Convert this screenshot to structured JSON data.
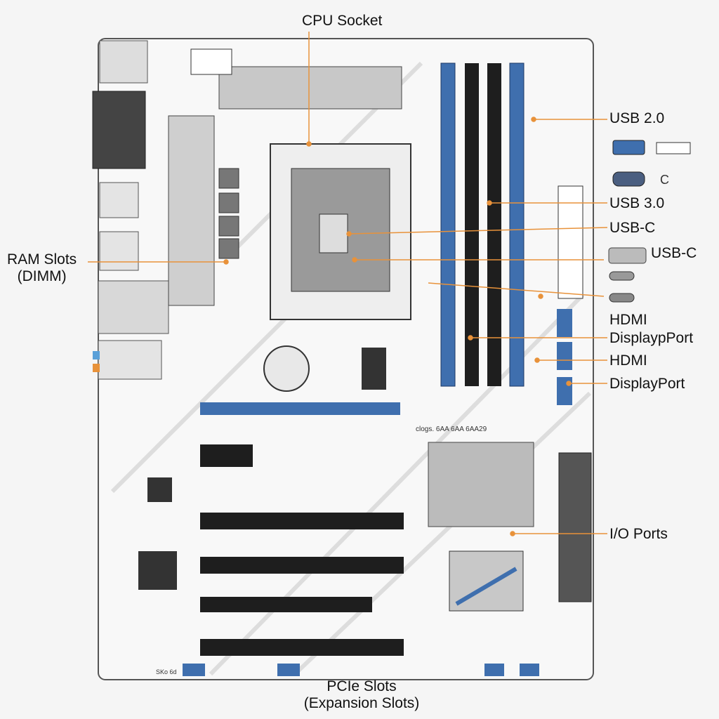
{
  "title": "CPU Socket",
  "labels": {
    "cpu_socket": "CPU Socket",
    "ram_line1": "RAM Slots",
    "ram_line2": "(DIMM)",
    "usb20": "USB 2.0",
    "usb30": "USB 3.0",
    "usbc1": "USB-C",
    "usbc2": "USB-C",
    "hdmi1": "HDMI",
    "displayport_typo": "DisplaypPort",
    "hdmi2": "HDMI",
    "displayport": "DisplayPort",
    "io_ports": "I/O Ports",
    "pcie_line1": "PCIe Slots",
    "pcie_line2": "(Expansion Slots)"
  },
  "board_text": {
    "silkscreen": "clogs. 6AA 6AA 6AA29",
    "bottom_marking": "SKo 6d"
  },
  "colors": {
    "leader": "#e8923a",
    "slot_blue": "#3f6fae",
    "slot_black": "#1e1e1e",
    "board": "#f7f7f7"
  }
}
